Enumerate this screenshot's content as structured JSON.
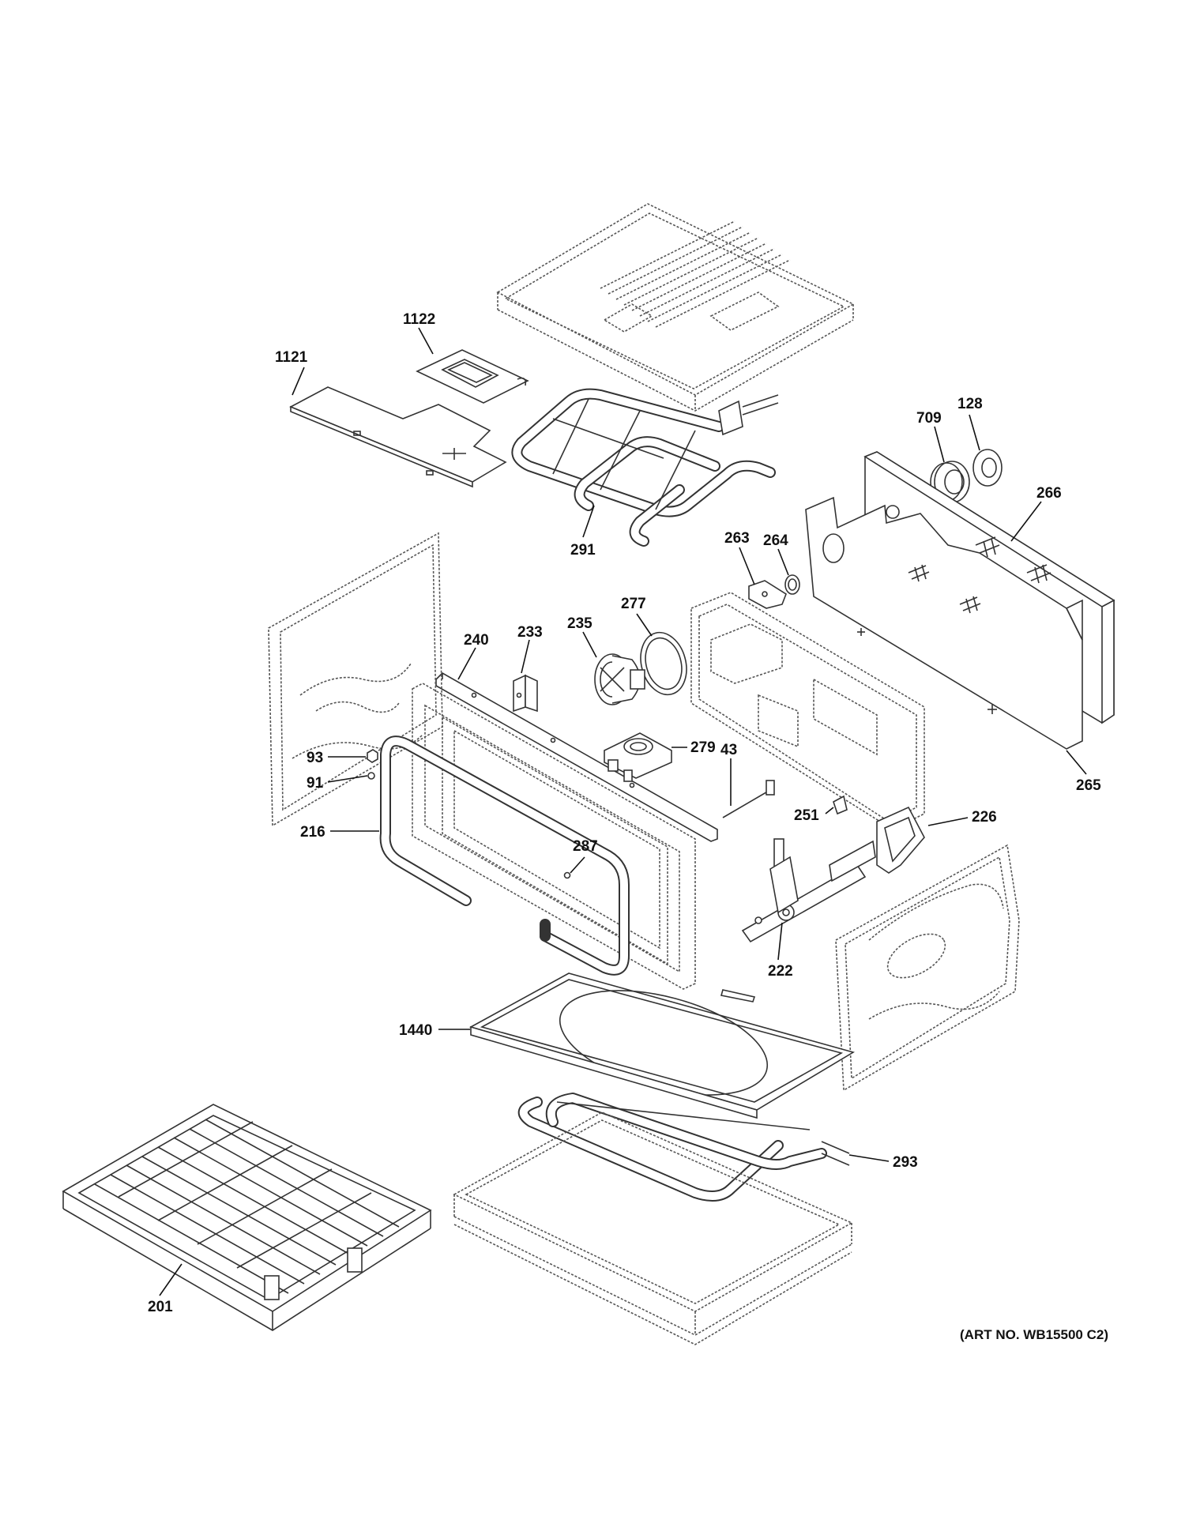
{
  "labels": {
    "l1122": "1122",
    "l1121": "1121",
    "l291": "291",
    "l709": "709",
    "l128": "128",
    "l266": "266",
    "l264": "264",
    "l263": "263",
    "l277": "277",
    "l235": "235",
    "l240": "240",
    "l233": "233",
    "l279": "279",
    "l93": "93",
    "l91": "91",
    "l43": "43",
    "l251": "251",
    "l226": "226",
    "l265": "265",
    "l216": "216",
    "l287": "287",
    "l222": "222",
    "l1440": "1440",
    "l293": "293",
    "l201": "201"
  },
  "art_number": "(ART NO. WB15500 C2)"
}
